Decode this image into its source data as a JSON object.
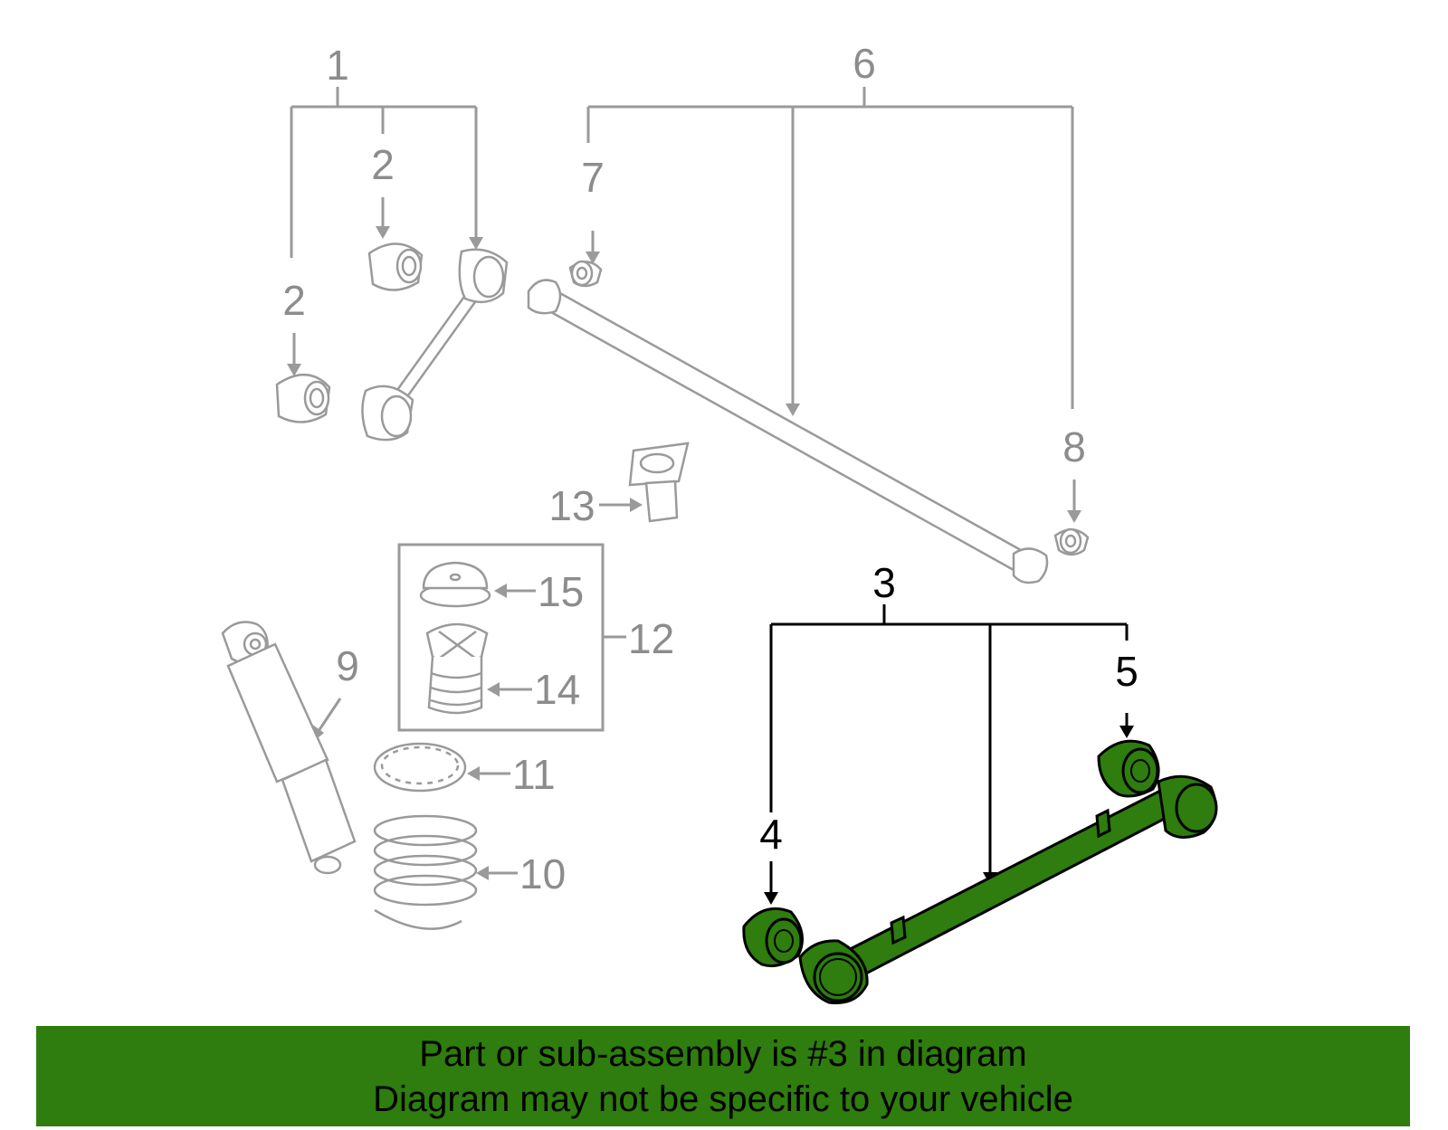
{
  "colors": {
    "highlight": "#2e7d0e",
    "banner_bg": "#2e7d0e",
    "inactive": "#9a9a9a",
    "active_line": "#000000"
  },
  "callouts": {
    "c1": "1",
    "c2a": "2",
    "c2b": "2",
    "c3": "3",
    "c4": "4",
    "c5": "5",
    "c6": "6",
    "c7": "7",
    "c8": "8",
    "c9": "9",
    "c10": "10",
    "c11": "11",
    "c12": "12",
    "c13": "13",
    "c14": "14",
    "c15": "15"
  },
  "banner": {
    "line1": "Part or sub-assembly is #3 in diagram",
    "line2": "Diagram may not be specific to your vehicle"
  }
}
